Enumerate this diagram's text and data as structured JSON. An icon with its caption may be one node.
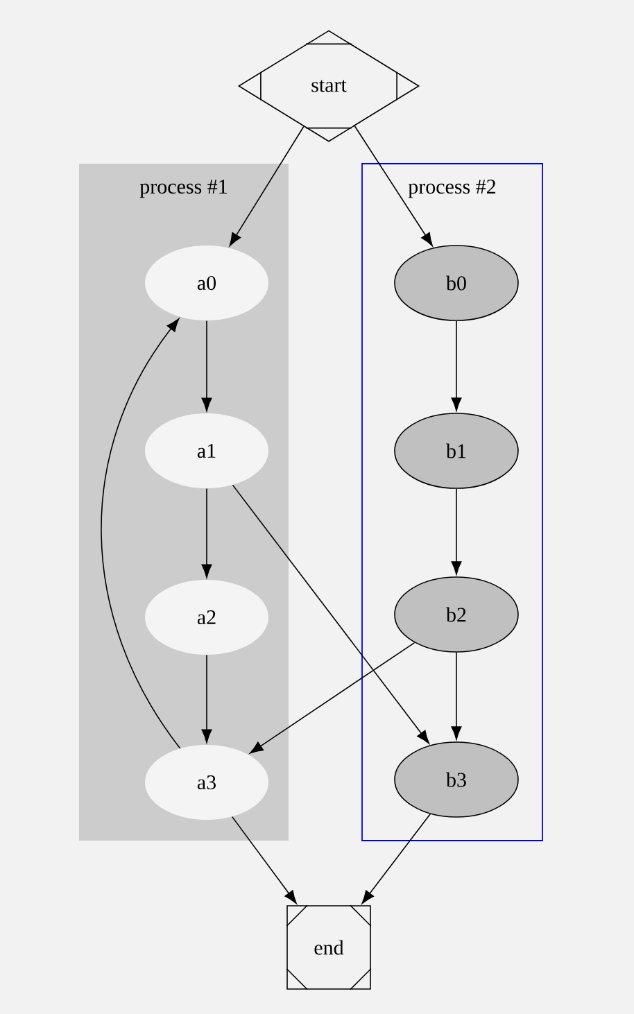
{
  "diagram": {
    "nodes": [
      {
        "text": [
          "start"
        ]
      },
      {
        "text": [
          "process #1"
        ]
      },
      {
        "text": [
          "a0"
        ],
        "in": 1
      },
      {
        "text": [
          "a1"
        ],
        "in": 1
      },
      {
        "text": [
          "a2"
        ],
        "in": 1
      },
      {
        "text": [
          "a3"
        ],
        "in": 1
      },
      {
        "text": [
          "process #2"
        ]
      },
      {
        "text": [
          "b0"
        ],
        "in": 6
      },
      {
        "text": [
          "b1"
        ],
        "in": 6
      },
      {
        "text": [
          "b2"
        ],
        "in": 6
      },
      {
        "text": [
          "b3"
        ],
        "in": 6
      },
      {
        "text": [
          "end"
        ]
      }
    ],
    "edges": [
      {
        "from": 0,
        "to": 2,
        "arrow": "to"
      },
      {
        "from": 0,
        "to": 7,
        "arrow": "to"
      },
      {
        "from": 2,
        "to": 3,
        "arrow": "to"
      },
      {
        "from": 3,
        "to": 4,
        "arrow": "to"
      },
      {
        "from": 4,
        "to": 5,
        "arrow": "to"
      },
      {
        "from": 5,
        "to": 2,
        "arrow": "to"
      },
      {
        "from": 3,
        "to": 10,
        "arrow": "to"
      },
      {
        "from": 7,
        "to": 8,
        "arrow": "to"
      },
      {
        "from": 8,
        "to": 9,
        "arrow": "to"
      },
      {
        "from": 9,
        "to": 10,
        "arrow": "to"
      },
      {
        "from": 9,
        "to": 5,
        "arrow": "to"
      },
      {
        "from": 5,
        "to": 11,
        "arrow": "to"
      },
      {
        "from": 10,
        "to": 11,
        "arrow": "to"
      }
    ]
  }
}
